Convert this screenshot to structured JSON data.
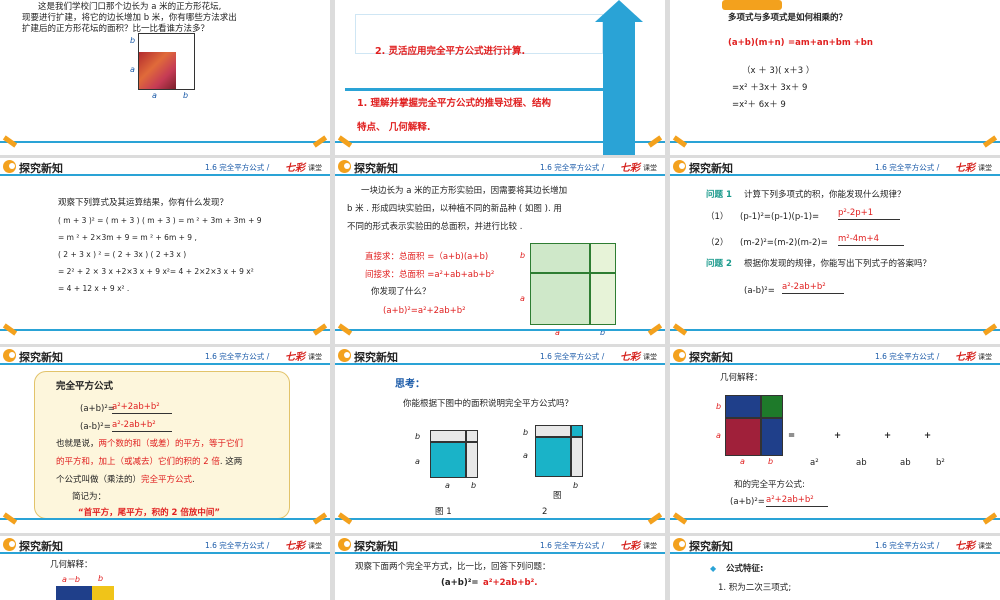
{
  "header": {
    "section": "探究新知",
    "crumb": "1.6  完全平方公式 /",
    "brand": "七彩",
    "brand2": "课堂"
  },
  "s00": {
    "line1": "这是我们学校门口那个边长为 a 米的正方形花坛,",
    "line2": "现要进行扩建，将它的边长增加 b 米，你有哪些方法求出",
    "line3": "扩建后的正方形花坛的面积？比一比看谁方法多？",
    "a": "a",
    "b": "b"
  },
  "s01": {
    "goal2": "2. 灵活应用完全平方公式进行",
    "goal2_red": "计算",
    "goal2_end": ".",
    "goal1": "1. 理解并掌握完全平方公式的",
    "goal1_red": "推导过程、结构",
    "goal1b_red": "特点、  几何解释",
    "goal1b_end": "."
  },
  "s02": {
    "q": "多项式与多项式是如何相乘的？",
    "formula_lhs": "(a+b)(m+n)",
    "formula_rhs": "=am+an+bm +bn",
    "line1": "（x ＋ 3)( x＋3 ）",
    "line2": "=x²   ＋3x＋ 3x＋ 9",
    "line3": "=x²＋ 6x＋ 9"
  },
  "s10": {
    "intro": "观察下列算式及其运算结果，你有什么发现？",
    "l1": "( m + 3 )² = ( m + 3 ) ( m + 3 ) = m ² + 3m + 3m + 9",
    "l2": "= m ² + 2×3m + 9 = m ² + 6m + 9 ,",
    "l3": "( 2 + 3 x ) ² = ( 2 + 3x ) ( 2 +3 x )",
    "l4": "= 2² + 2 × 3 x +2×3 x + 9 x²= 4 + 2×2×3 x + 9 x²",
    "l5": "= 4 + 12 x + 9 x² ."
  },
  "s11": {
    "p1": "一块边长为 a 米的正方形实验田，因需要将其边长增加",
    "p2": "b 米 . 形成四块实验田，以种植不同的新品种 ( 如图 ). 用",
    "p3": "不同的形式表示实验田的总面积，并进行比较 .",
    "direct": "直接求：总面积 =（a+b)(a+b)",
    "indirect": "间接求：总面积 =a²+ab+ab+b²",
    "found": "你发现了什么？",
    "result": "(a+b)²=a²+2ab+b²",
    "a": "a",
    "b": "b"
  },
  "s12": {
    "q1_tag": "问题 1",
    "q1": "计算下列多项式的积，你能发现什么规律？",
    "r1_num": "（1）",
    "r1": "(p-1)²=(p-1)(p-1)=",
    "r1_ans": "p²-2p+1",
    "r2_num": "（2）",
    "r2": "(m-2)²=(m-2)(m-2)=",
    "r2_ans": "m²-4m+4",
    "q2_tag": "问题 2",
    "q2": "根据你发现的规律，你能写出下列式子的答案吗？",
    "r3": "(a-b)²=",
    "r3_ans": "a²-2ab+b²"
  },
  "s20": {
    "title": "完全平方公式",
    "f1": "(a+b)²=",
    "f1_ans": "a²+2ab+b²",
    "f2": "(a-b)²=",
    "f2_ans": "a²-2ab+b²",
    "t1": "也就是说，",
    "t1_red": "两个数的和（或差）的平方，等于它们",
    "t2_red": "的平方和，加上（或减去）它们的积的 2 倍",
    "t2_end": ". 这两",
    "t3": "个公式叫做（乘法的）",
    "t3_red": "完全平方公式",
    "t3_end": ".",
    "t4": "简记为：",
    "t5": "“首平方，尾平方，积的 2 倍放中间”"
  },
  "s21": {
    "think": "思考：",
    "q": "你能根据下图中的面积说明完全平方公式吗？",
    "fig1": "图   1",
    "fig2": "图",
    "fig2n": "2",
    "a": "a",
    "b": "b"
  },
  "s22": {
    "title": "几何解释：",
    "eq": "=",
    "plus": "+",
    "t_a2": "a²",
    "t_ab1": "ab",
    "t_ab2": "ab",
    "t_b2": "b²",
    "sum": "和的完全平方公式:",
    "formula": "(a+b)²=",
    "formula_ans": "a²+2ab+b²",
    "a": "a",
    "b": "b"
  },
  "s30": {
    "title": "几何解释：",
    "label": "a－b",
    "b": "b"
  },
  "s31": {
    "intro": "观察下面两个完全平方式，比一比，回答下列问题：",
    "f1": "(a+b)²=",
    "f1_ans": "a²+2ab+b²."
  },
  "s32": {
    "feature": "公式特征:",
    "item1": "1. 积为二次三项式;"
  }
}
